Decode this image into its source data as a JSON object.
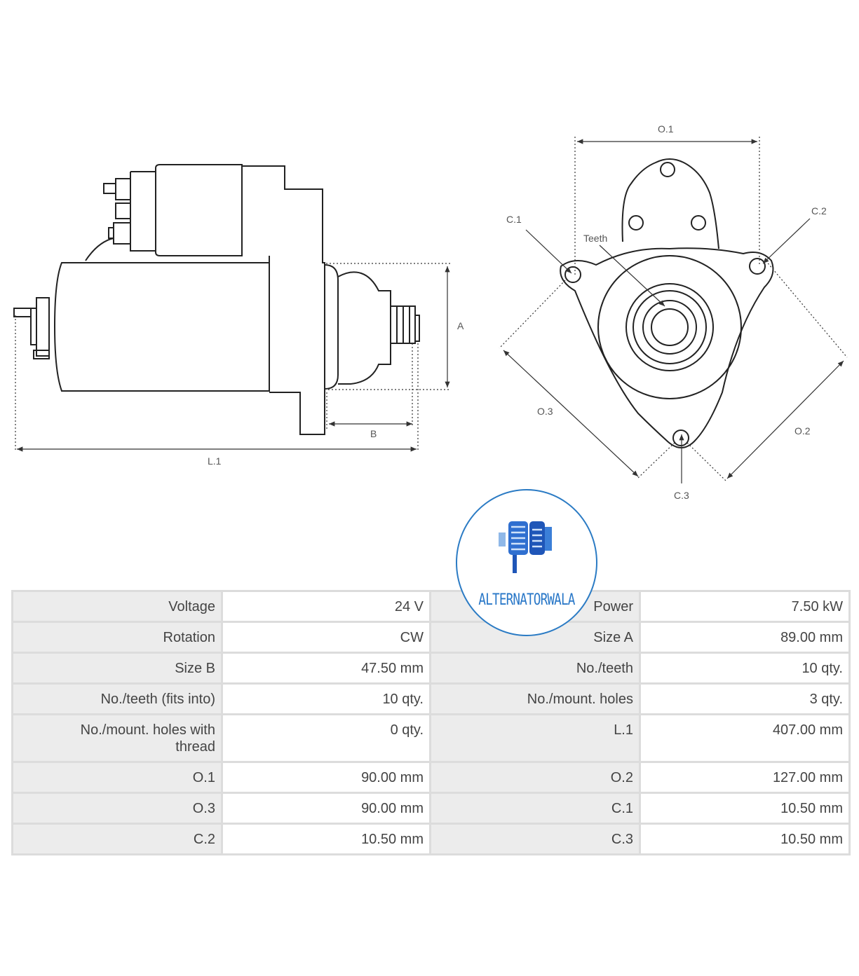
{
  "diagram": {
    "side_view_labels": {
      "a": "A",
      "b": "B",
      "l1": "L.1"
    },
    "front_view_labels": {
      "o1": "O.1",
      "o2": "O.2",
      "o3": "O.3",
      "c1": "C.1",
      "c2": "C.2",
      "c3": "C.3",
      "teeth": "Teeth"
    }
  },
  "logo": {
    "text": "ALTERNATORWALA",
    "color": "#2a78c8"
  },
  "specs": {
    "rows": [
      [
        {
          "k": "Voltage",
          "v": "24 V"
        },
        {
          "k": "Power",
          "v": "7.50 kW"
        }
      ],
      [
        {
          "k": "Rotation",
          "v": "CW"
        },
        {
          "k": "Size A",
          "v": "89.00 mm"
        }
      ],
      [
        {
          "k": "Size B",
          "v": "47.50 mm"
        },
        {
          "k": "No./teeth",
          "v": "10 qty."
        }
      ],
      [
        {
          "k": "No./teeth (fits into)",
          "v": "10 qty."
        },
        {
          "k": "No./mount. holes",
          "v": "3 qty."
        }
      ],
      [
        {
          "k": "No./mount. holes with thread",
          "v": "0 qty."
        },
        {
          "k": "L.1",
          "v": "407.00 mm"
        }
      ],
      [
        {
          "k": "O.1",
          "v": "90.00 mm"
        },
        {
          "k": "O.2",
          "v": "127.00 mm"
        }
      ],
      [
        {
          "k": "O.3",
          "v": "90.00 mm"
        },
        {
          "k": "C.1",
          "v": "10.50 mm"
        }
      ],
      [
        {
          "k": "C.2",
          "v": "10.50 mm"
        },
        {
          "k": "C.3",
          "v": "10.50 mm"
        }
      ]
    ]
  }
}
